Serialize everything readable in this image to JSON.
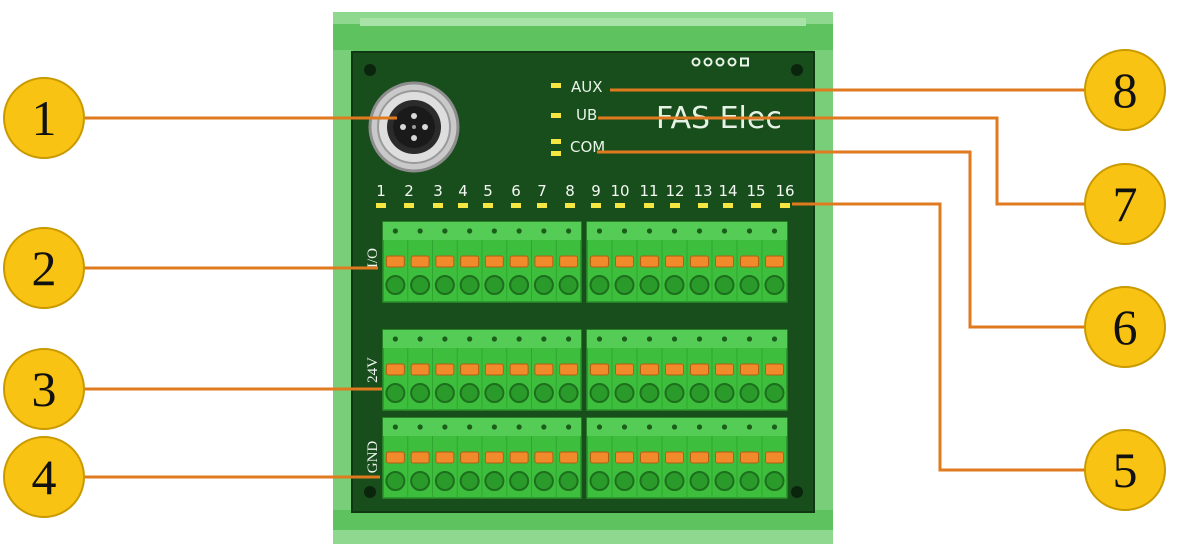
{
  "brand": "FAS Elec",
  "leds": [
    {
      "id": "aux",
      "label": "AUX"
    },
    {
      "id": "ub",
      "label": "UB"
    },
    {
      "id": "com",
      "label": "COM"
    }
  ],
  "channels": [
    "1",
    "2",
    "3",
    "4",
    "5",
    "6",
    "7",
    "8",
    "9",
    "10",
    "11",
    "12",
    "13",
    "14",
    "15",
    "16"
  ],
  "row_labels": [
    "I/O",
    "24V",
    "GND"
  ],
  "callouts": [
    "1",
    "2",
    "3",
    "4",
    "5",
    "6",
    "7",
    "8"
  ],
  "colors": {
    "pcb": "#184d1c",
    "housing": "#5ec25e",
    "terminal": "#3dbf3d",
    "lever": "#f08a2a",
    "led": "#f5e642",
    "leader": "#e07a1f",
    "callout_fill": "#f9c313",
    "callout_stroke": "#c99a00"
  }
}
